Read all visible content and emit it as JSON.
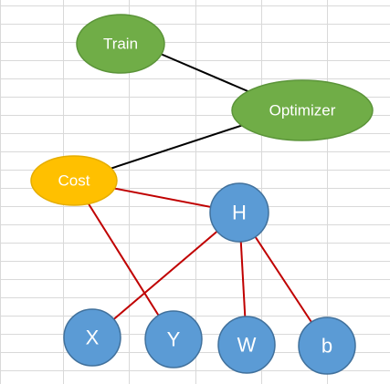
{
  "colors": {
    "background": "#ffffff",
    "grid": "#d9d9d9",
    "green_node": "#70ad47",
    "green_border": "#5b9439",
    "orange_node": "#ffc000",
    "orange_border": "#e5ad00",
    "blue_node": "#5b9bd5",
    "blue_border": "#41719c",
    "black_edge": "#000000",
    "red_edge": "#c00000"
  },
  "nodes": {
    "train": {
      "label": "Train",
      "shape": "ellipse",
      "color": "green"
    },
    "optimizer": {
      "label": "Optimizer",
      "shape": "ellipse",
      "color": "green"
    },
    "cost": {
      "label": "Cost",
      "shape": "ellipse",
      "color": "orange"
    },
    "h": {
      "label": "H",
      "shape": "circle",
      "color": "blue"
    },
    "x": {
      "label": "X",
      "shape": "circle",
      "color": "blue"
    },
    "y": {
      "label": "Y",
      "shape": "circle",
      "color": "blue"
    },
    "w": {
      "label": "W",
      "shape": "circle",
      "color": "blue"
    },
    "b": {
      "label": "b",
      "shape": "circle",
      "color": "blue"
    }
  },
  "edges": [
    {
      "from": "train",
      "to": "optimizer",
      "color": "black"
    },
    {
      "from": "optimizer",
      "to": "cost",
      "color": "black"
    },
    {
      "from": "cost",
      "to": "h",
      "color": "red"
    },
    {
      "from": "cost",
      "to": "y",
      "color": "red"
    },
    {
      "from": "h",
      "to": "x",
      "color": "red"
    },
    {
      "from": "h",
      "to": "w",
      "color": "red"
    },
    {
      "from": "h",
      "to": "b",
      "color": "red"
    }
  ]
}
